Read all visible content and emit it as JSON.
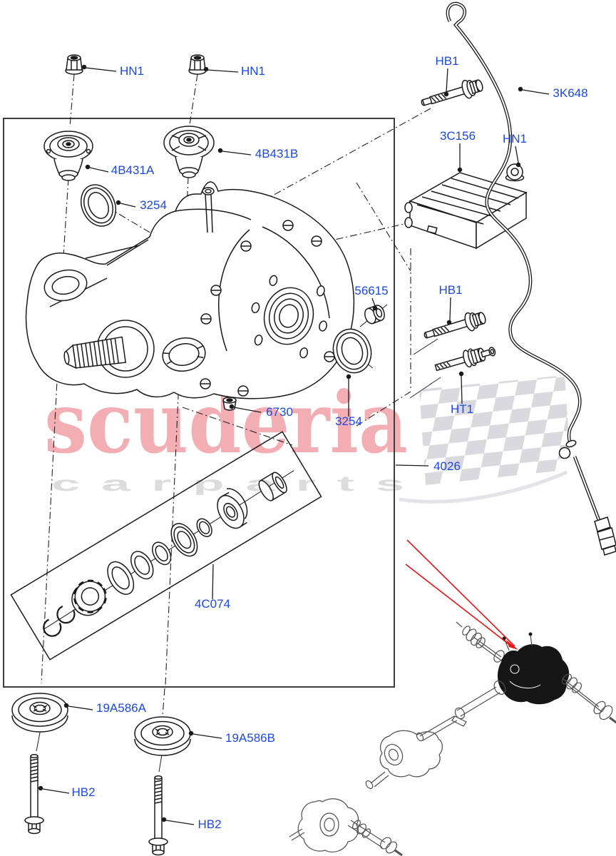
{
  "watermark": {
    "brand": "scuderia",
    "tagline": "c a r   p a r t s",
    "brand_color": "#f19aa2",
    "tagline_color": "#d9d9d9",
    "flag_color": "#dadade"
  },
  "diagram": {
    "label_color": "#1b49e6",
    "line_color": "#1a1a1a",
    "callout_arrow_color": "#ee1111",
    "labels": [
      {
        "id": "hn1-top-left",
        "text": "HN1"
      },
      {
        "id": "hn1-top-second",
        "text": "HN1"
      },
      {
        "id": "hb1-top",
        "text": "HB1"
      },
      {
        "id": "3k648",
        "text": "3K648"
      },
      {
        "id": "3c156",
        "text": "3C156"
      },
      {
        "id": "hn1-right",
        "text": "HN1"
      },
      {
        "id": "4b431b",
        "text": "4B431B"
      },
      {
        "id": "4b431a",
        "text": "4B431A"
      },
      {
        "id": "3254-upper",
        "text": "3254"
      },
      {
        "id": "56615",
        "text": "56615"
      },
      {
        "id": "hb1-middle",
        "text": "HB1"
      },
      {
        "id": "6730",
        "text": "6730"
      },
      {
        "id": "3254-lower",
        "text": "3254"
      },
      {
        "id": "ht1",
        "text": "HT1"
      },
      {
        "id": "4026",
        "text": "4026"
      },
      {
        "id": "4c074",
        "text": "4C074"
      },
      {
        "id": "19a586a",
        "text": "19A586A"
      },
      {
        "id": "19a586b",
        "text": "19A586B"
      },
      {
        "id": "hb2-left",
        "text": "HB2"
      },
      {
        "id": "hb2-right",
        "text": "HB2"
      }
    ]
  }
}
